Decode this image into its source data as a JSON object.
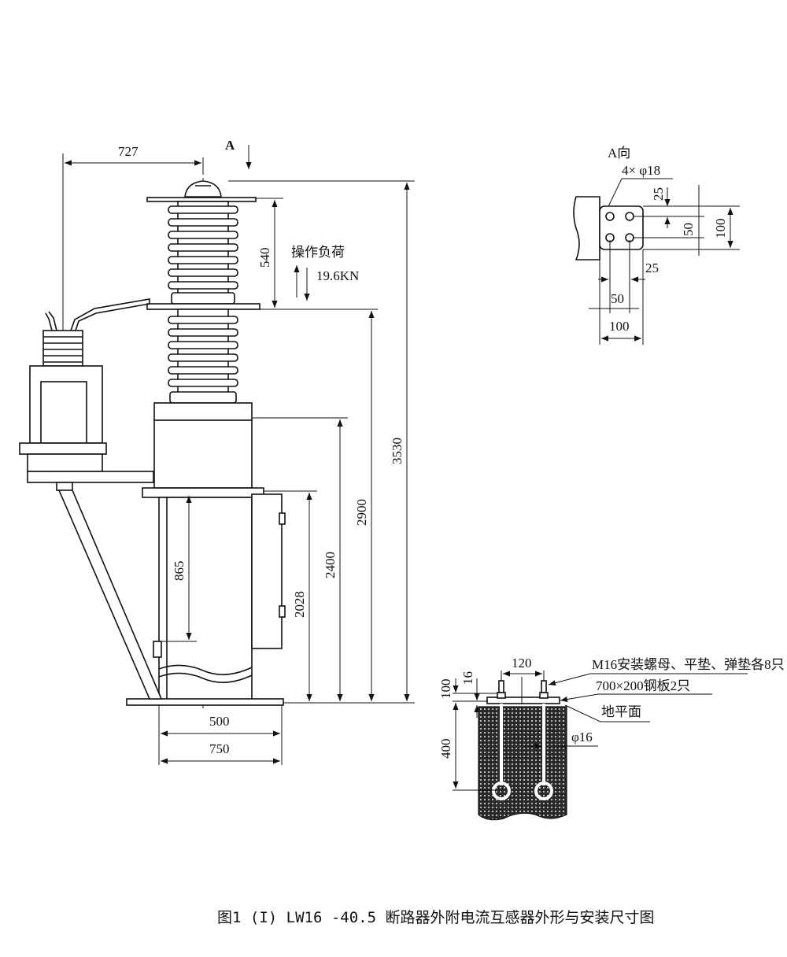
{
  "main_view": {
    "view_label": "A",
    "dim_727": "727",
    "dim_540": "540",
    "dim_3530": "3530",
    "dim_2900": "2900",
    "dim_2400": "2400",
    "dim_2028": "2028",
    "dim_865": "865",
    "dim_500": "500",
    "dim_750": "750",
    "load_label": "操作负荷",
    "load_value": "19.6KN"
  },
  "a_view": {
    "title": "A向",
    "holes": "4× φ18",
    "dim_25_v": "25",
    "dim_50_v": "50",
    "dim_100_v": "100",
    "dim_25_h": "25",
    "dim_50_h": "50",
    "dim_100_h": "100"
  },
  "foundation": {
    "dim_120": "120",
    "dim_16": "16",
    "dim_100": "100",
    "dim_400": "400",
    "bolt_note": "M16安装螺母、平垫、弹垫各8只",
    "plate_note": "700×200钢板2只",
    "ground_note": "地平面",
    "rod_dia": "φ16"
  },
  "caption": "图1 (I)  LW16 -40.5 断路器外附电流互感器外形与安装尺寸图"
}
